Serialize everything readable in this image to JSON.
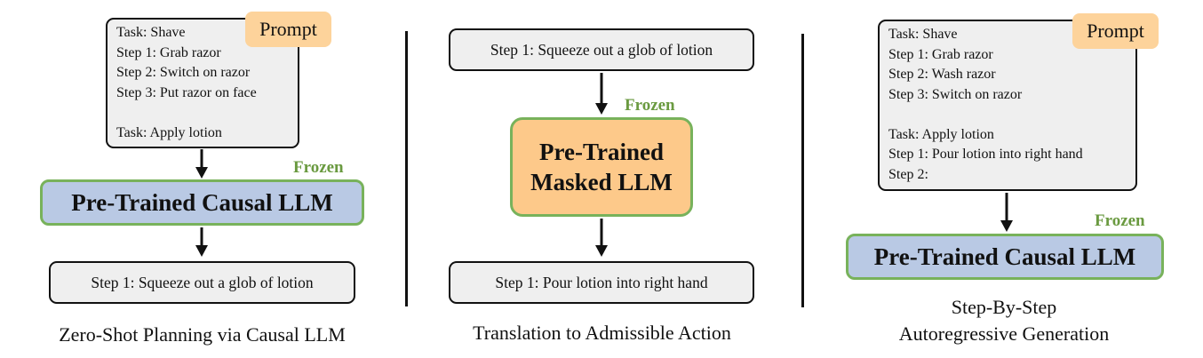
{
  "panels": [
    {
      "prompt_lines": [
        "Task: Shave",
        "Step 1: Grab razor",
        "Step 2: Switch on razor",
        "Step 3: Put razor on face",
        "",
        "Task: Apply lotion"
      ],
      "prompt_label": "Prompt",
      "frozen_label": "Frozen",
      "model_label": "Pre-Trained Causal LLM",
      "output": "Step 1: Squeeze out a glob of lotion",
      "caption": [
        "Zero-Shot Planning via Causal LLM"
      ]
    },
    {
      "input": "Step 1: Squeeze out a glob of lotion",
      "frozen_label": "Frozen",
      "model_label_lines": [
        "Pre-Trained",
        "Masked LLM"
      ],
      "output": "Step 1: Pour lotion into right hand",
      "caption": [
        "Translation to Admissible Action"
      ]
    },
    {
      "prompt_lines": [
        "Task: Shave",
        "Step 1: Grab razor",
        "Step 2: Wash razor",
        "Step 3: Switch on razor",
        "",
        "Task: Apply lotion",
        "Step 1: Pour lotion into right hand",
        "Step 2:"
      ],
      "prompt_label": "Prompt",
      "frozen_label": "Frozen",
      "model_label": "Pre-Trained Causal LLM",
      "caption": [
        "Step-By-Step",
        "Autoregressive Generation"
      ]
    }
  ]
}
